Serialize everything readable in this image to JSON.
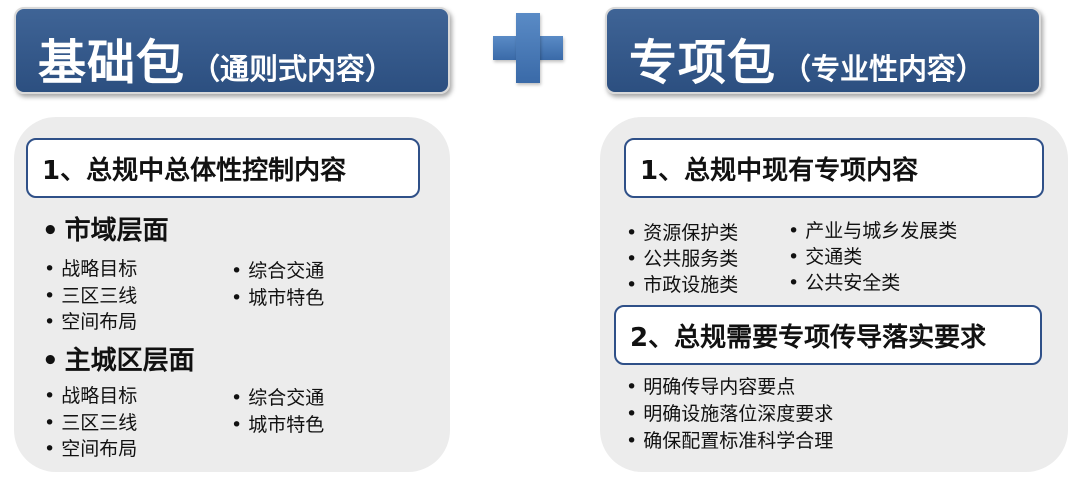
{
  "left": {
    "banner_main": "基础包",
    "banner_sub": "（通则式内容）",
    "heading": "1、总规中总体性控制内容",
    "levels": [
      {
        "title": "市域层面",
        "items": [
          "战略目标",
          "三区三线",
          "空间布局",
          "综合交通",
          "城市特色"
        ]
      },
      {
        "title": "主城区层面",
        "items": [
          "战略目标",
          "三区三线",
          "空间布局",
          "综合交通",
          "城市特色"
        ]
      }
    ]
  },
  "right": {
    "banner_main": "专项包",
    "banner_sub": "（专业性内容）",
    "section1": {
      "heading": "1、总规中现有专项内容",
      "items": [
        "资源保护类",
        "公共服务类",
        "市政设施类",
        "产业与城乡发展类",
        "交通类",
        "公共安全类"
      ]
    },
    "section2": {
      "heading": "2、总规需要专项传导落实要求",
      "items": [
        "明确传导内容要点",
        "明确设施落位深度要求",
        "确保配置标准科学合理"
      ]
    }
  },
  "bullet": "•",
  "colors": {
    "banner": "#2f5088",
    "plus": "#4a7ab8",
    "panel": "#ececec",
    "heading_border": "#2f5088"
  }
}
